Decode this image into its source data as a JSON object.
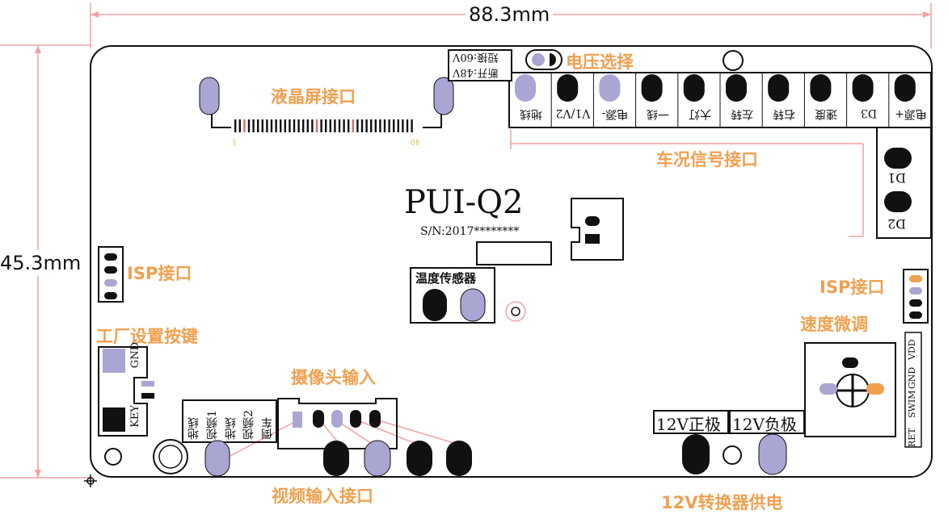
{
  "dimensions": {
    "width": "88.3mm",
    "height": "45.3mm"
  },
  "board": {
    "model": "PUI-Q2",
    "serial": "S/N:2017********",
    "fuse_labels": [
      "断开:48V",
      "短接:60V"
    ]
  },
  "annotations": {
    "lcd_interface": "液晶屏接口",
    "voltage_select": "电压选择",
    "vehicle_signal": "车况信号接口",
    "isp_left": "ISP接口",
    "isp_right": "ISP接口",
    "factory_key": "工厂设置按键",
    "camera_input": "摄像头输入",
    "video_input": "视频输入接口",
    "speed_trim": "速度微调",
    "power_12v": "12V转换器供电"
  },
  "lcd_pins": {
    "first": "1",
    "last": "40"
  },
  "signal_pins": [
    "地线",
    "V1/V2",
    "电源-",
    "一线",
    "大灯",
    "左转",
    "右转",
    "速度",
    "D3",
    "电源+"
  ],
  "d_pads": [
    "D1",
    "D2"
  ],
  "temp_sensor": "温度传感器",
  "key_block": {
    "gnd": "GND",
    "key": "KEY"
  },
  "video_pins": [
    "地线",
    "视频1",
    "地线",
    "视频2",
    "倒车"
  ],
  "pwr_boxes": [
    "12V正极",
    "12V负极"
  ],
  "trim_pins": [
    "VDD",
    "GND",
    "SWIM",
    "RET"
  ],
  "colors": {
    "annotation": "#f0a050",
    "dimension_line": "#f4a0a0",
    "pad": "#a9a6d4",
    "board_outline": "#111111"
  }
}
